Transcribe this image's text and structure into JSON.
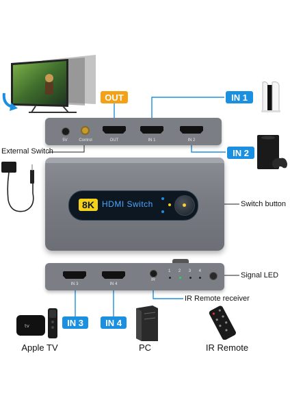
{
  "colors": {
    "accent_blue": "#1b8fe0",
    "accent_orange": "#f4a11a",
    "device_gray": "#7b7f85",
    "panel_dark": "#0d1722"
  },
  "top_device": {
    "out_tag": "OUT",
    "in1_tag": "IN 1",
    "in2_tag": "IN 2",
    "ports": {
      "power": "5V",
      "control": "Control",
      "out": "OUT",
      "in1": "IN 1",
      "in2": "IN 2"
    }
  },
  "middle_device": {
    "badge": "8K",
    "title": "HDMI Switch"
  },
  "bottom_device": {
    "ports": {
      "in3": "IN 3",
      "in4": "IN 4",
      "ir": "IR"
    },
    "led_numbers": [
      "1",
      "2",
      "3",
      "4"
    ]
  },
  "callouts": {
    "external_switch": "External Switch",
    "switch_button": "Switch button",
    "signal_led": "Signal LED",
    "ir_receiver": "IR Remote receiver"
  },
  "bottom_tags": {
    "in3": "IN 3",
    "in4": "IN 4"
  },
  "device_labels": {
    "apple_tv": "Apple TV",
    "pc": "PC",
    "ir_remote": "IR Remote"
  }
}
